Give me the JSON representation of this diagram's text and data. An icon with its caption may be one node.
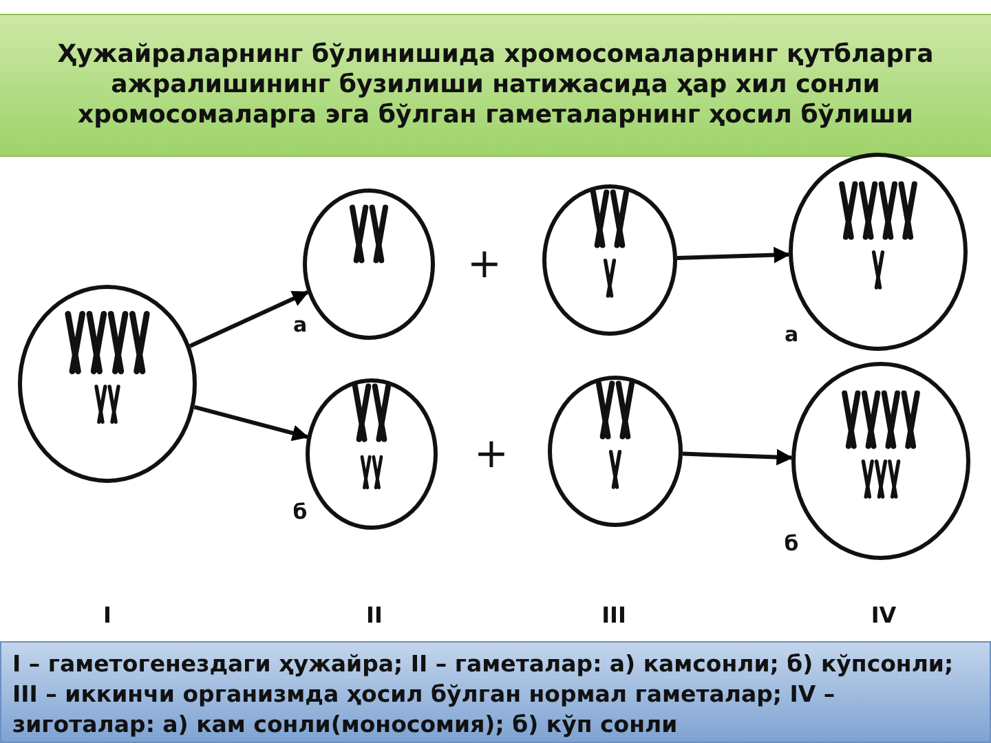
{
  "diagram": {
    "title": "Ҳужайраларнинг бўлинишида хромосомаларнинг қутбларга ажралишининг бузилиши натижасида ҳар хил сонли хромосомаларга эга бўлган гаметаларнинг ҳосил бўлиши",
    "caption": "I – гаметогенездаги ҳужайра; II – гаметалар: а) камсонли; б) кўпсонли; III – иккинчи организмда ҳосил бўлган нормал гаметалар; IV – зиготалар: а) кам сонли(моносомия); б) кўп сонли",
    "nodes": [
      {
        "text": [],
        "shape": "circle"
      },
      {
        "text": [],
        "shape": "circle",
        "beside": [
          "а"
        ]
      },
      {
        "text": [],
        "shape": "circle",
        "beside": [
          "б"
        ]
      },
      {
        "text": [],
        "shape": "circle"
      },
      {
        "text": [],
        "shape": "circle"
      },
      {
        "text": [],
        "shape": "circle",
        "beside": [
          "а"
        ]
      },
      {
        "text": [],
        "shape": "circle",
        "beside": [
          "б"
        ]
      }
    ],
    "edges": [
      {
        "from": 0,
        "to": 1,
        "arrow": "to"
      },
      {
        "from": 0,
        "to": 2,
        "arrow": "to"
      },
      {
        "from": 3,
        "to": 5,
        "arrow": "to"
      },
      {
        "from": 4,
        "to": 6,
        "arrow": "to"
      }
    ],
    "labels": [
      "+",
      "+",
      "I",
      "II",
      "III",
      "IV"
    ]
  }
}
